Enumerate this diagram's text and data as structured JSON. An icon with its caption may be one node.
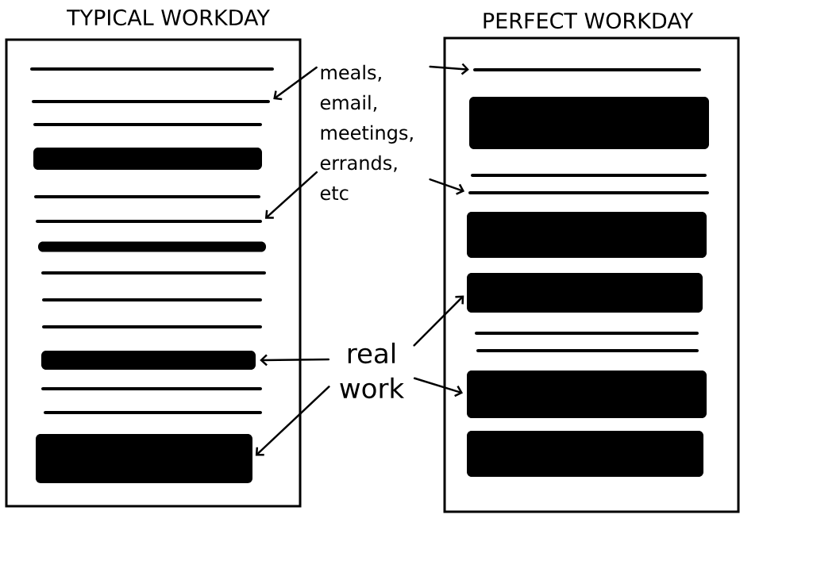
{
  "diagram": {
    "nodes": [
      {
        "text": [
          "TYPICAL WORKDAY"
        ]
      },
      {
        "text": [],
        "shape": "line",
        "in": 0
      },
      {
        "text": [],
        "shape": "line",
        "in": 0
      },
      {
        "text": [],
        "shape": "line",
        "in": 0
      },
      {
        "text": [],
        "shape": "bar",
        "in": 0
      },
      {
        "text": [],
        "shape": "line",
        "in": 0
      },
      {
        "text": [],
        "shape": "line",
        "in": 0
      },
      {
        "text": [],
        "shape": "bar",
        "in": 0
      },
      {
        "text": [],
        "shape": "line",
        "in": 0
      },
      {
        "text": [],
        "shape": "line",
        "in": 0
      },
      {
        "text": [],
        "shape": "line",
        "in": 0
      },
      {
        "text": [],
        "shape": "bar",
        "in": 0
      },
      {
        "text": [],
        "shape": "line",
        "in": 0
      },
      {
        "text": [],
        "shape": "line",
        "in": 0
      },
      {
        "text": [],
        "shape": "bar",
        "in": 0
      },
      {
        "text": [
          "meals, email, meetings, errands, etc"
        ]
      },
      {
        "text": [
          "real work"
        ]
      },
      {
        "text": [
          "PERFECT WORKDAY"
        ]
      },
      {
        "text": [],
        "shape": "line",
        "in": 17
      },
      {
        "text": [],
        "shape": "bar",
        "in": 17
      },
      {
        "text": [],
        "shape": "line",
        "in": 17
      },
      {
        "text": [],
        "shape": "line",
        "in": 17
      },
      {
        "text": [],
        "shape": "bar",
        "in": 17
      },
      {
        "text": [],
        "shape": "bar",
        "in": 17
      },
      {
        "text": [],
        "shape": "line",
        "in": 17
      },
      {
        "text": [],
        "shape": "line",
        "in": 17
      },
      {
        "text": [],
        "shape": "bar",
        "in": 17
      },
      {
        "text": [],
        "shape": "bar",
        "in": 17
      }
    ],
    "edges": [
      {
        "from": 15,
        "to": 18,
        "arrow": "to"
      },
      {
        "from": 15,
        "to": 2,
        "arrow": "to"
      },
      {
        "from": 15,
        "to": 6,
        "arrow": "to"
      },
      {
        "from": 15,
        "to": 21,
        "arrow": "to"
      },
      {
        "from": 16,
        "to": 11,
        "arrow": "to"
      },
      {
        "from": 16,
        "to": 14,
        "arrow": "to"
      },
      {
        "from": 16,
        "to": 23,
        "arrow": "to"
      },
      {
        "from": 16,
        "to": 26,
        "arrow": "to"
      }
    ]
  }
}
